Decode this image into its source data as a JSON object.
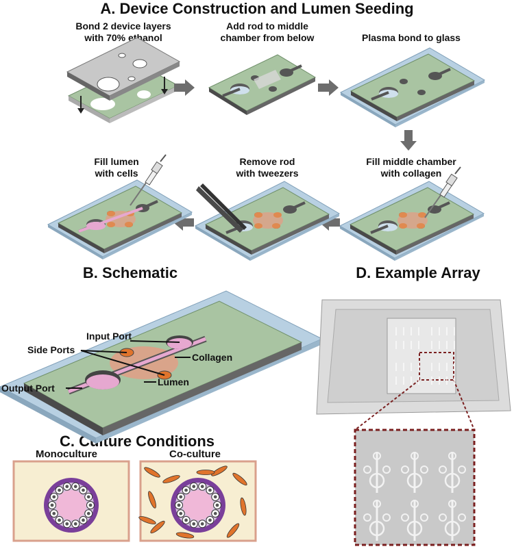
{
  "sections": {
    "a": "A. Device Construction and Lumen Seeding",
    "b": "B. Schematic",
    "c": "C. Culture Conditions",
    "d": "D. Example Array"
  },
  "steps": [
    {
      "line1": "Bond 2 device layers",
      "line2": "with 70% ethanol"
    },
    {
      "line1": "Add rod to middle",
      "line2": "chamber from below"
    },
    {
      "line1": "Plasma bond to glass",
      "line2": ""
    },
    {
      "line1": "Fill middle chamber",
      "line2": "with collagen"
    },
    {
      "line1": "Remove rod",
      "line2": "with tweezers"
    },
    {
      "line1": "Fill lumen",
      "line2": "with cells"
    }
  ],
  "schematic_labels": {
    "input_port": "Input Port",
    "side_ports": "Side Ports",
    "collagen": "Collagen",
    "lumen": "Lumen",
    "output_port": "Output Port"
  },
  "culture": {
    "mono": "Monoculture",
    "co": "Co-culture"
  },
  "colors": {
    "pdms_green": "#a8c4a0",
    "glass_blue": "#b4cde0",
    "collagen": "#d9a48a",
    "lumen_pink": "#e6a8d0",
    "cell_purple": "#7a3f9a",
    "fibroblast_orange": "#e0742c",
    "culture_bg": "#f7eed2",
    "culture_border": "#d9a08c",
    "zoom_box": "#7a1f1f"
  }
}
